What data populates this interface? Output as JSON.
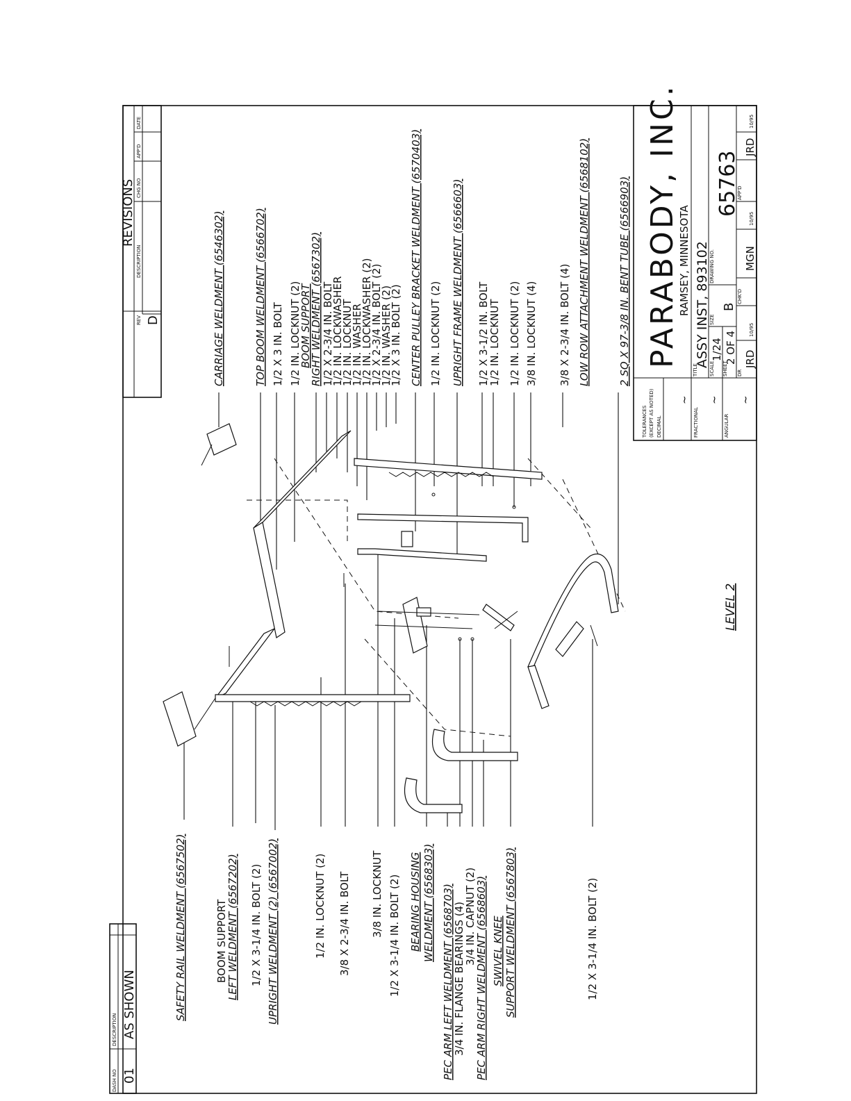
{
  "dash_block": {
    "dash_no_header": "DASH NO",
    "description_header": "DESCRIPTION",
    "dash_no": "01",
    "description": "AS SHOWN"
  },
  "revisions": {
    "title": "REVISIONS",
    "headers": {
      "rev": "REV",
      "description": "DESCRIPTION",
      "chg_no": "CHG NO",
      "appd": "APP'D",
      "date": "DATE"
    },
    "row": {
      "rev": "D",
      "description": "",
      "chg_no": "",
      "appd": "",
      "date": ""
    }
  },
  "labels_left": [
    {
      "text": "SAFETY RAIL WELDMENT (6567502)",
      "underline": true
    },
    {
      "text": "BOOM SUPPORT",
      "underline": false
    },
    {
      "text": "LEFT WELDMENT (6567202)",
      "underline": true
    },
    {
      "text": "1/2 X 3-1/4 IN. BOLT (2)",
      "underline": false
    },
    {
      "text": "UPRIGHT WELDMENT (2) (6567002)",
      "underline": true
    },
    {
      "text": "1/2 IN. LOCKNUT (2)",
      "underline": false
    },
    {
      "text": "3/8 X 2-3/4 IN. BOLT",
      "underline": false
    },
    {
      "text": "3/8 IN. LOCKNUT",
      "underline": false
    },
    {
      "text": "1/2 X 3-1/4 IN. BOLT (2)",
      "underline": false
    },
    {
      "text": "BEARING HOUSING",
      "underline": false
    },
    {
      "text": "WELDMENT (6568303)",
      "underline": true
    },
    {
      "text": "PEC ARM LEFT WELDMENT (6568703)",
      "underline": true
    },
    {
      "text": "3/4 IN. FLANGE BEARINGS (4)",
      "underline": false
    },
    {
      "text": "3/4 IN. CAPNUT (2)",
      "underline": false
    },
    {
      "text": "PEC ARM RIGHT WELDMENT (6568603)",
      "underline": true
    },
    {
      "text": "SWIVEL KNEE",
      "underline": false
    },
    {
      "text": "SUPPORT WELDMENT (6567803)",
      "underline": true
    },
    {
      "text": "1/2 X 3-1/4 IN. BOLT (2)",
      "underline": false
    }
  ],
  "labels_right": [
    {
      "text": "CARRIAGE WELDMENT (6546302)",
      "underline": true
    },
    {
      "text": "TOP BOOM WELDMENT (6566702)",
      "underline": true
    },
    {
      "text": "1/2 X 3 IN. BOLT",
      "underline": false
    },
    {
      "text": "1/2 IN. LOCKNUT (2)",
      "underline": false
    },
    {
      "text": "BOOM SUPPORT",
      "underline": false
    },
    {
      "text": "RIGHT WELDMENT (6567302)",
      "underline": true
    },
    {
      "text": "1/2 X 2-3/4 IN. BOLT",
      "underline": false
    },
    {
      "text": "1/2 IN. LOCKWASHER",
      "underline": false
    },
    {
      "text": "1/2 IN. LOCKNUT",
      "underline": false
    },
    {
      "text": "1/2 IN. WASHER",
      "underline": false
    },
    {
      "text": "1/2 IN. LOCKWASHER (2)",
      "underline": false
    },
    {
      "text": "1/2 X 2-3/4 IN. BOLT (2)",
      "underline": false
    },
    {
      "text": "1/2 IN. WASHER (2)",
      "underline": false
    },
    {
      "text": "1/2 X 3 IN. BOLT (2)",
      "underline": false
    },
    {
      "text": "CENTER PULLEY BRACKET WELDMENT (6570403)",
      "underline": true
    },
    {
      "text": "1/2 IN. LOCKNUT (2)",
      "underline": false
    },
    {
      "text": "UPRIGHT FRAME WELDMENT (6566603)",
      "underline": true
    },
    {
      "text": "1/2 X 3-1/2 IN. BOLT",
      "underline": false
    },
    {
      "text": "1/2 IN. LOCKNUT",
      "underline": false
    },
    {
      "text": "1/2 IN. LOCKNUT (2)",
      "underline": false
    },
    {
      "text": "3/8 IN. LOCKNUT (4)",
      "underline": false
    },
    {
      "text": "3/8 X 2-3/4 IN. BOLT (4)",
      "underline": false
    },
    {
      "text": "LOW ROW ATTACHMENT WELDMENT (6568102)",
      "underline": true
    },
    {
      "text": "2 SQ X 97-3/8 IN. BENT TUBE (6566903)",
      "underline": true
    }
  ],
  "level_label": "LEVEL 2",
  "title_block": {
    "tolerances": "TOLERANCES",
    "except_as_noted": "(EXCEPT AS NOTED)",
    "decimal_label": "DECIMAL",
    "fractional_label": "FRACTIONAL",
    "angular_label": "ANGULAR",
    "tol_mark": "~",
    "company": "PARABODY, INC.",
    "location": "RAMSEY, MINNESOTA",
    "title_label": "TITLE",
    "title": "ASSY INST, 893102",
    "scale_label": "SCALE",
    "scale": "1/24",
    "size_label": "SIZE",
    "size": "B",
    "drawing_no_label": "DRAWING NO.",
    "drawing_no": "65763",
    "sheet_label": "SHEET",
    "sheet": "2 OF 4",
    "dr_label": "DR",
    "dr": "JRD",
    "dr_date": "10/95",
    "chkd_label": "CHK'D",
    "chkd": "MGN",
    "chkd_date": "10/95",
    "appd_label": "APP'D",
    "appd": "JRD",
    "appd_date": "10/95"
  }
}
